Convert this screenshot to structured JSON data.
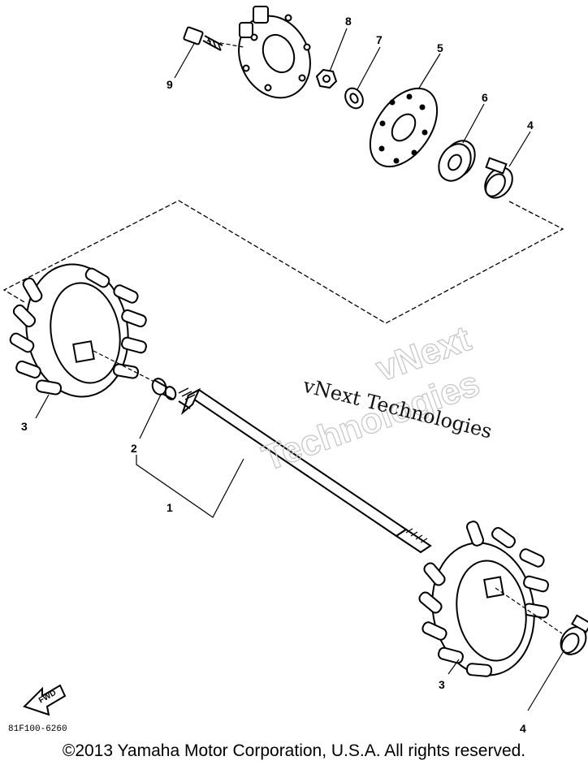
{
  "callouts": [
    "1",
    "2",
    "3",
    "3",
    "4",
    "4",
    "5",
    "6",
    "7",
    "8",
    "9"
  ],
  "watermark": {
    "line1": "vNext Technologies",
    "outline_line1": "vNext",
    "outline_line2": "Technologies"
  },
  "fwd_label": "FWD",
  "part_number": "81F100-6260",
  "copyright": "©2013 Yamaha Motor Corporation, U.S.A. All rights reserved."
}
